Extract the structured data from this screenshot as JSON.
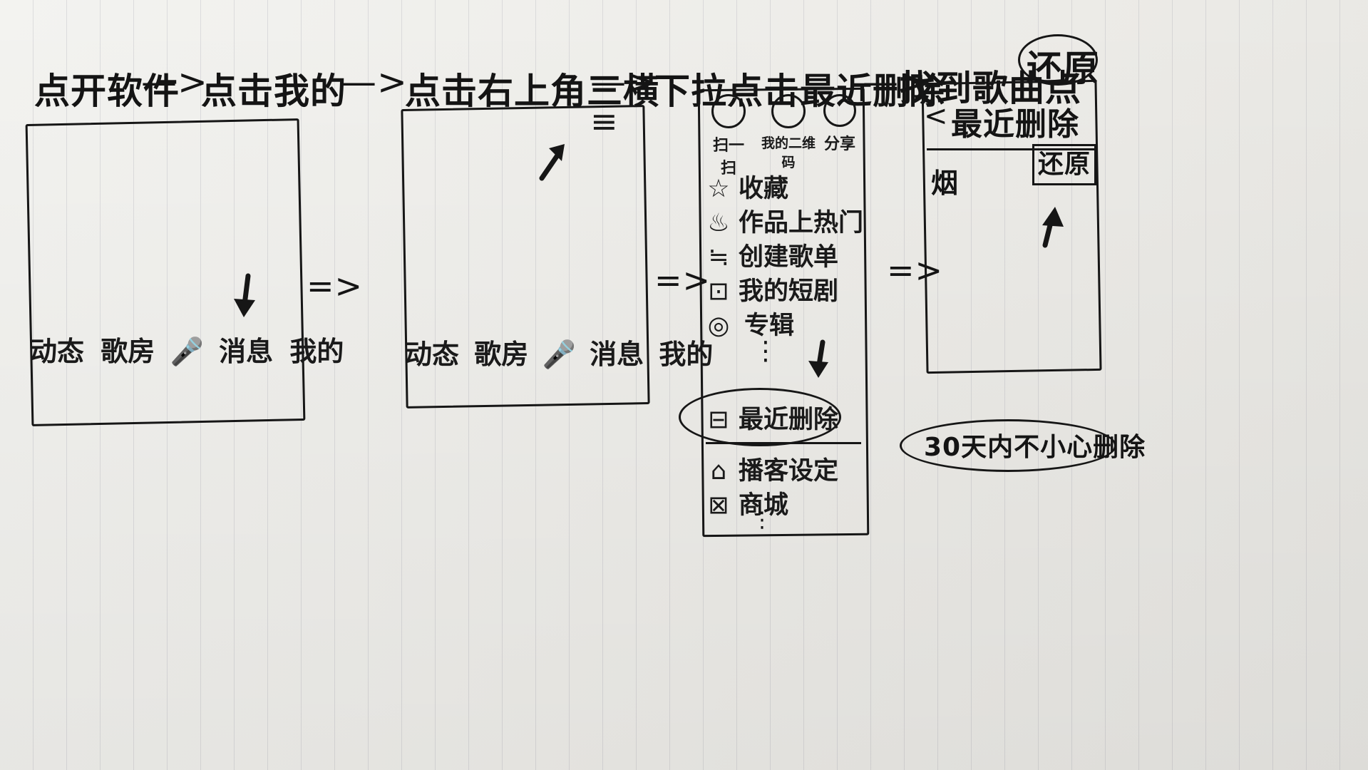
{
  "steps": [
    "点开软件",
    "点击我的",
    "点击右上角三横",
    "下拉点击最近删除",
    "找到歌曲点",
    "还原"
  ],
  "arrow_top": "—>",
  "arrow_between": "=>",
  "phone1": {
    "nav": [
      "动态",
      "歌房",
      "消息",
      "我的"
    ]
  },
  "phone2": {
    "nav": [
      "动态",
      "歌房",
      "消息",
      "我的"
    ]
  },
  "phone3": {
    "top_icons": [
      {
        "icon": "scan-icon",
        "label": "扫一扫"
      },
      {
        "icon": "my-qr-icon",
        "label": "我的二维码"
      },
      {
        "icon": "share-icon",
        "label": "分享"
      }
    ],
    "menu": [
      {
        "icon": "star-icon",
        "label": "收藏"
      },
      {
        "icon": "fire-icon",
        "label": "作品上热门"
      },
      {
        "icon": "playlist-icon",
        "label": "创建歌单"
      },
      {
        "icon": "drama-icon",
        "label": "我的短剧"
      },
      {
        "icon": "album-icon",
        "label": "专辑"
      }
    ],
    "ellipsis": "⋮",
    "highlight": {
      "icon": "trash-icon",
      "label": "最近删除"
    },
    "bottom_menu": [
      {
        "icon": "headset-icon",
        "label": "播客设定"
      },
      {
        "icon": "store-icon",
        "label": "商城"
      }
    ]
  },
  "phone4": {
    "back": "<",
    "title": "最近删除",
    "song": "烟",
    "restore": "还原"
  },
  "note": "30天内不小心删除"
}
